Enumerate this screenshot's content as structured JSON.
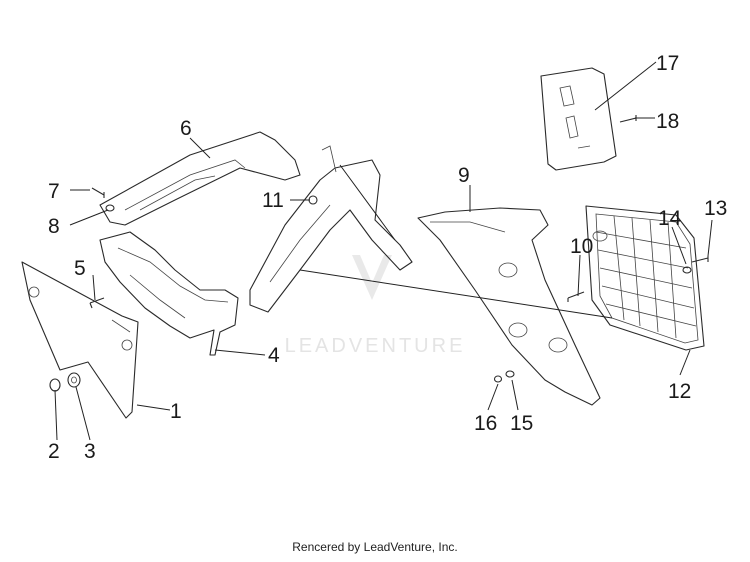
{
  "diagram": {
    "callouts": [
      "1",
      "2",
      "3",
      "4",
      "5",
      "6",
      "7",
      "8",
      "9",
      "10",
      "11",
      "12",
      "13",
      "14",
      "15",
      "16",
      "17",
      "18"
    ],
    "watermark_text": "LEADVENTURE"
  },
  "footer": {
    "text": "Rencered by LeadVenture, Inc."
  }
}
